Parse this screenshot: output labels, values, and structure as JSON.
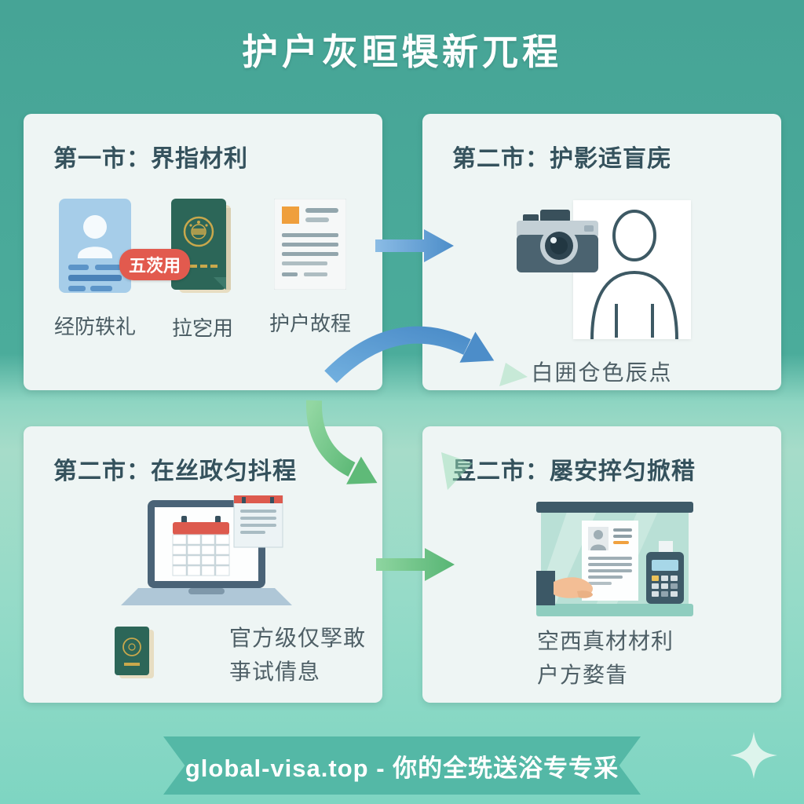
{
  "header": {
    "title": "护户灰晅犑新兀程"
  },
  "cards": {
    "step1": {
      "title": "第一市：界指材利",
      "badge": "五茨用",
      "items": [
        {
          "icon": "id-card-icon",
          "label": "经防轶礼"
        },
        {
          "icon": "passport-icon",
          "label": "拉穵用"
        },
        {
          "icon": "document-icon",
          "label": "护户故程"
        }
      ]
    },
    "step2": {
      "title": "第二市：护影适盲庑",
      "caption": "白囲仓色辰点"
    },
    "step3": {
      "title": "第二市：在丝政匀抖程",
      "caption_line1": "官方级仅孯敢",
      "caption_line2": "亊试倩息"
    },
    "step4": {
      "title": "昱二市：屡安捽匀掀稓",
      "caption_line1": "空西真材材利",
      "caption_line2": "户方婺眚"
    }
  },
  "footer": {
    "text": "global-visa.top - 你的全珗送浴专专采"
  },
  "colors": {
    "background_teal": "#46A496",
    "background_mint": "#7ED5C2",
    "card_background": "#EEF5F4",
    "title_text": "#FFFFFF",
    "card_title_text": "#35525D",
    "label_text": "#4A5C63",
    "badge_red": "#E25A4E",
    "arrow_blue": "#5B9BD5",
    "arrow_green": "#6CC283",
    "ribbon_teal": "#54B8A6",
    "passport_green": "#2C6658",
    "id_card_blue": "#A6CDE9"
  }
}
